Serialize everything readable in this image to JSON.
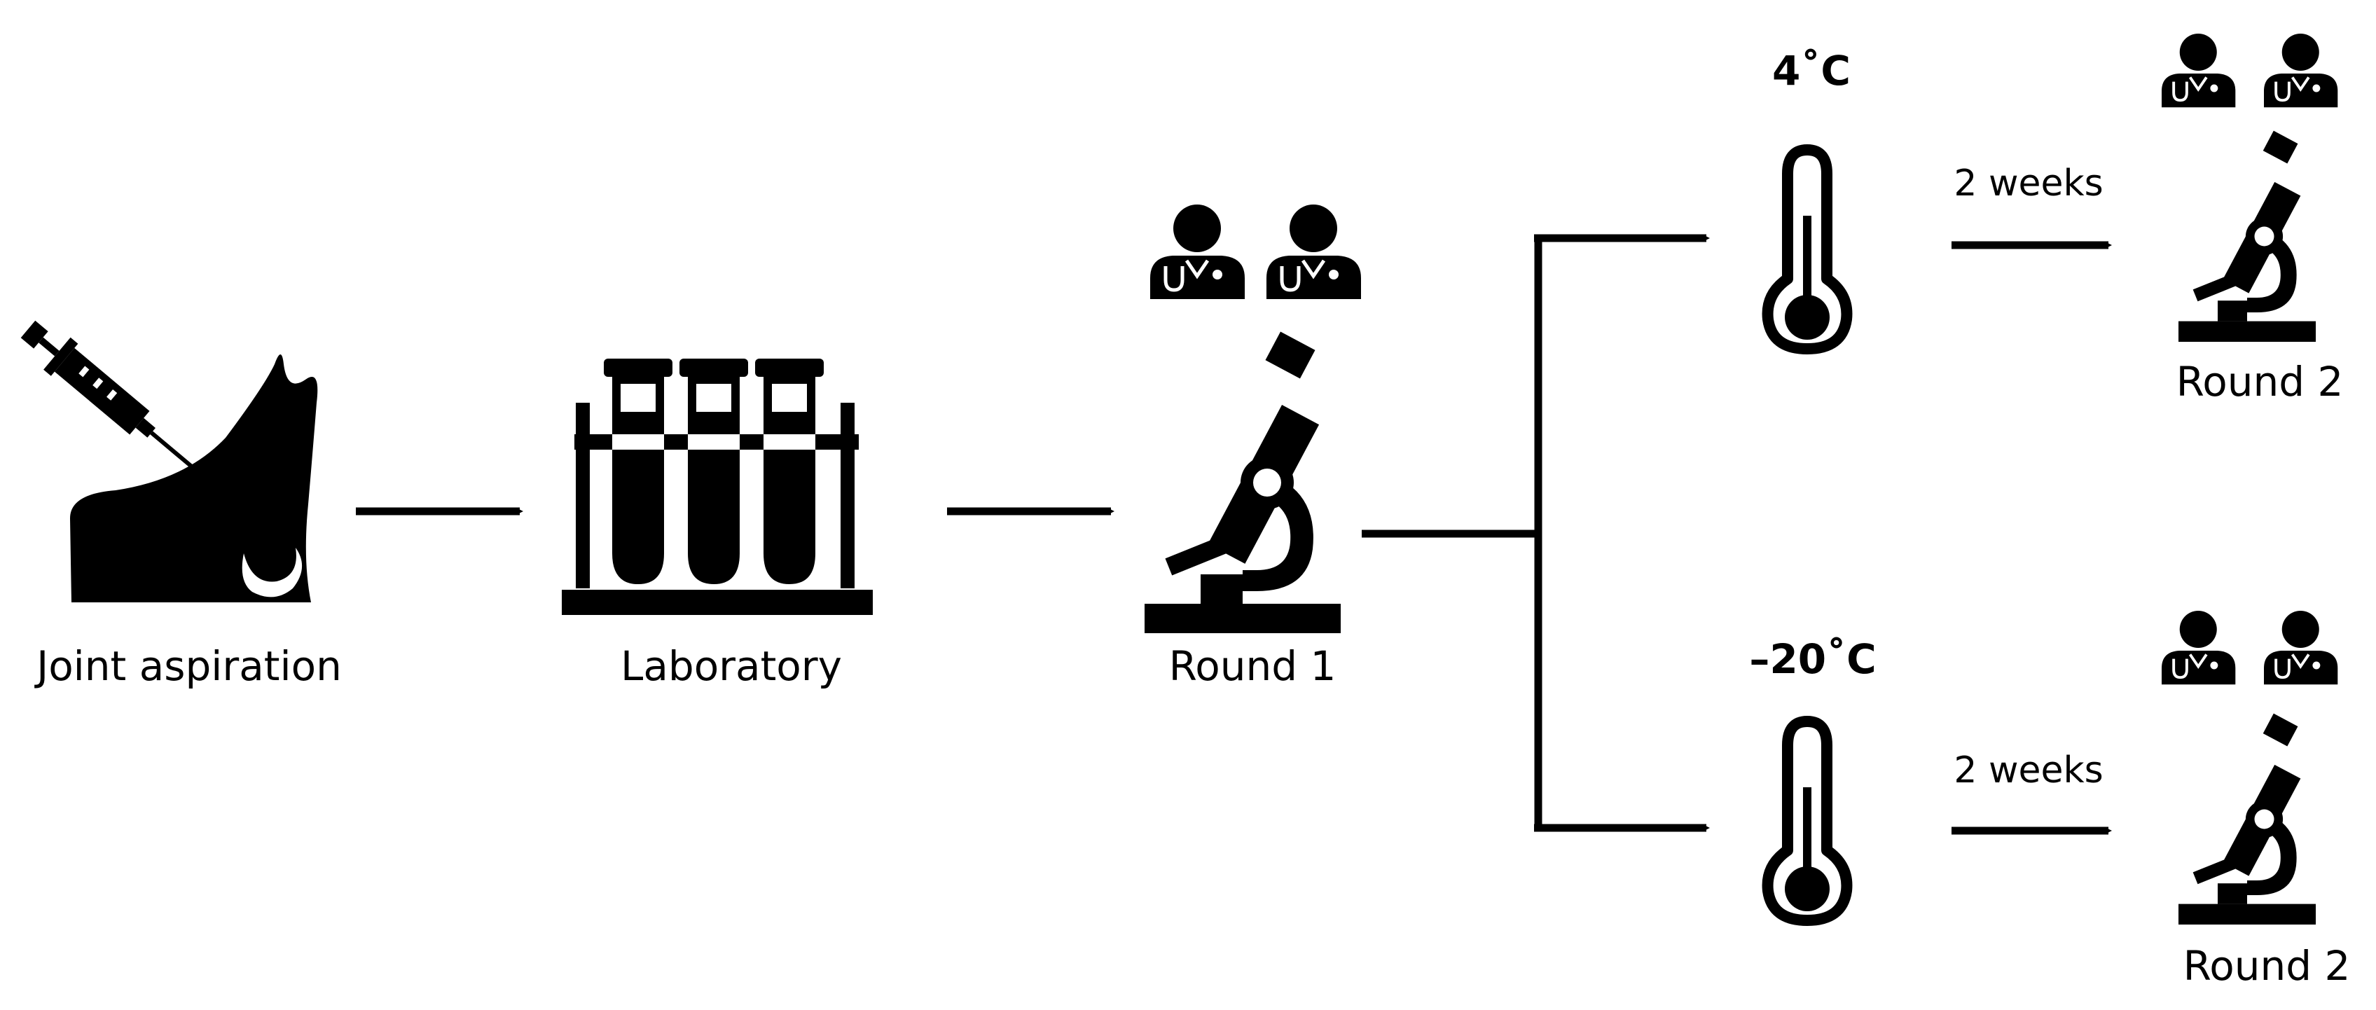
{
  "steps": {
    "aspiration": "Joint aspiration",
    "laboratory": "Laboratory",
    "round1": "Round 1",
    "round2_top": "Round 2",
    "round2_bottom": "Round 2"
  },
  "storage": {
    "top_temp": "4˚C",
    "bottom_temp": "–20˚C",
    "top_duration": "2 weeks",
    "bottom_duration": "2 weeks"
  },
  "icons": {
    "syringe": "syringe-icon",
    "foot": "foot-icon",
    "test_tubes": "test-tube-rack-icon",
    "microscope": "microscope-icon",
    "doctor": "doctor-icon",
    "thermometer": "thermometer-icon",
    "arrow": "arrow-icon"
  },
  "colors": {
    "ink": "#000000",
    "background": "#ffffff"
  }
}
